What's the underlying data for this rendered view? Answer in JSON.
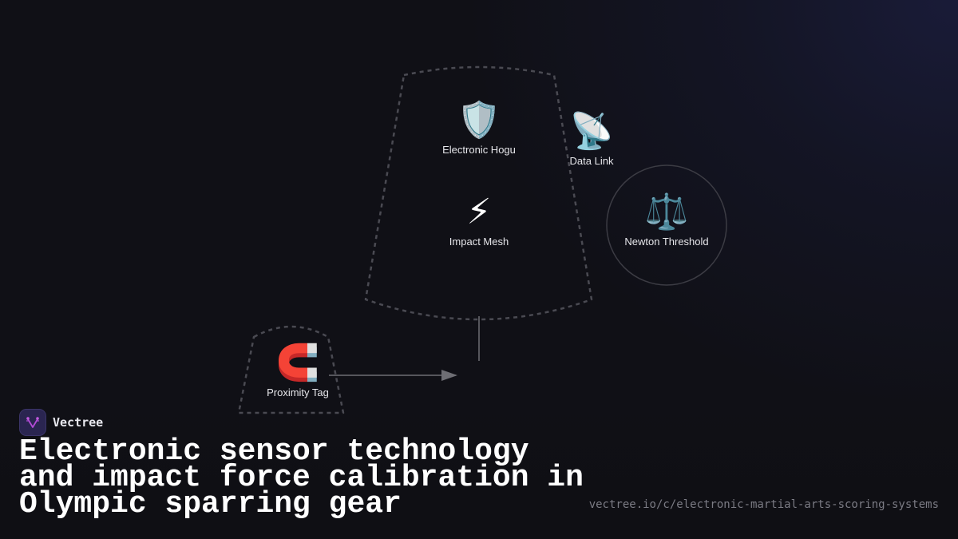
{
  "colors": {
    "background": "#101016",
    "glow": "#1a1c3a",
    "dashed_outline": "#4a4a52",
    "connector": "#6e6e74",
    "circle_outline": "#3c3c44",
    "label_text": "#e6e6ea",
    "headline_text": "#ffffff",
    "url_text": "#7b7b84",
    "logo_bg": "#2a2550",
    "logo_glyph": "#b24bd6"
  },
  "diagram": {
    "groups": [
      {
        "id": "main-cluster",
        "shape": "dashed-trapezoid"
      },
      {
        "id": "proximity-cluster",
        "shape": "dashed-trapezoid"
      },
      {
        "id": "newton-circle",
        "shape": "solid-circle"
      }
    ],
    "nodes": [
      {
        "id": "electronic-hogu",
        "icon": "shield-icon",
        "emoji": "🛡️",
        "label": "Electronic Hogu"
      },
      {
        "id": "data-link",
        "icon": "satellite-dish-icon",
        "emoji": "📡",
        "label": "Data Link"
      },
      {
        "id": "impact-mesh",
        "icon": "lightning-icon",
        "emoji": "⚡",
        "label": "Impact Mesh"
      },
      {
        "id": "newton-threshold",
        "icon": "balance-scale-icon",
        "emoji": "⚖️",
        "label": "Newton Threshold"
      },
      {
        "id": "proximity-tag",
        "icon": "magnet-icon",
        "emoji": "🧲",
        "label": "Proximity Tag"
      }
    ],
    "edges": [
      {
        "from": "main-cluster",
        "to": "junction",
        "style": "line"
      },
      {
        "from": "proximity-tag",
        "to": "junction",
        "style": "arrow"
      }
    ]
  },
  "brand": {
    "name": "Vectree",
    "logo_icon": "vectree-logo-icon"
  },
  "headline": "Electronic sensor technology and impact force calibration in Olympic sparring gear",
  "source_url": "vectree.io/c/electronic-martial-arts-scoring-systems"
}
